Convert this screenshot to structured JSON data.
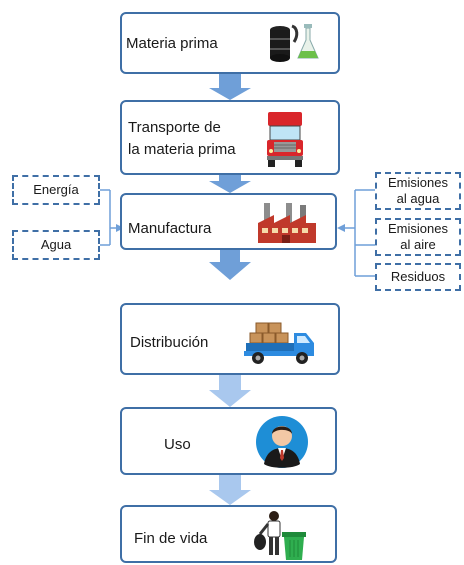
{
  "stages": [
    {
      "label": "Materia prima",
      "icon": "oil-barrel-and-flask-icon"
    },
    {
      "label_line1": "Transporte de",
      "label_line2": "la materia prima",
      "icon": "truck-icon"
    },
    {
      "label": "Manufactura",
      "icon": "factory-icon"
    },
    {
      "label": "Distribución",
      "icon": "delivery-truck-with-boxes-icon"
    },
    {
      "label": "Uso",
      "icon": "person-avatar-icon"
    },
    {
      "label": "Fin de vida",
      "icon": "person-with-trash-bin-icon"
    }
  ],
  "inputs": [
    {
      "label": "Energía"
    },
    {
      "label": "Agua"
    }
  ],
  "outputs": [
    {
      "label_line1": "Emisiones",
      "label_line2": "al agua"
    },
    {
      "label_line1": "Emisiones",
      "label_line2": "al aire"
    },
    {
      "label": "Residuos"
    }
  ],
  "colors": {
    "border": "#3f6fa6",
    "arrow_dark": "#6f9fd8",
    "arrow_light": "#a9c8ee"
  }
}
